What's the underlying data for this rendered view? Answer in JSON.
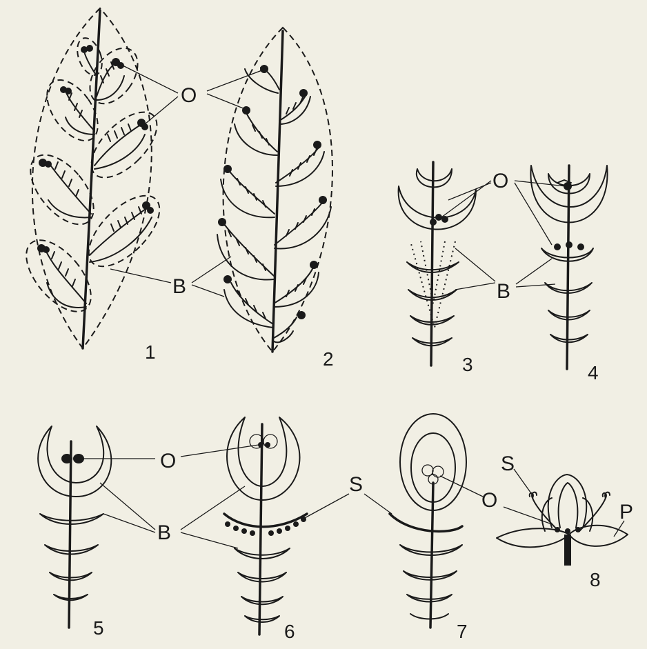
{
  "labels": {
    "ovule": "O",
    "bract": "B",
    "sepal": "S",
    "petal": "P"
  },
  "stages": [
    "1",
    "2",
    "3",
    "4",
    "5",
    "6",
    "7",
    "8"
  ]
}
